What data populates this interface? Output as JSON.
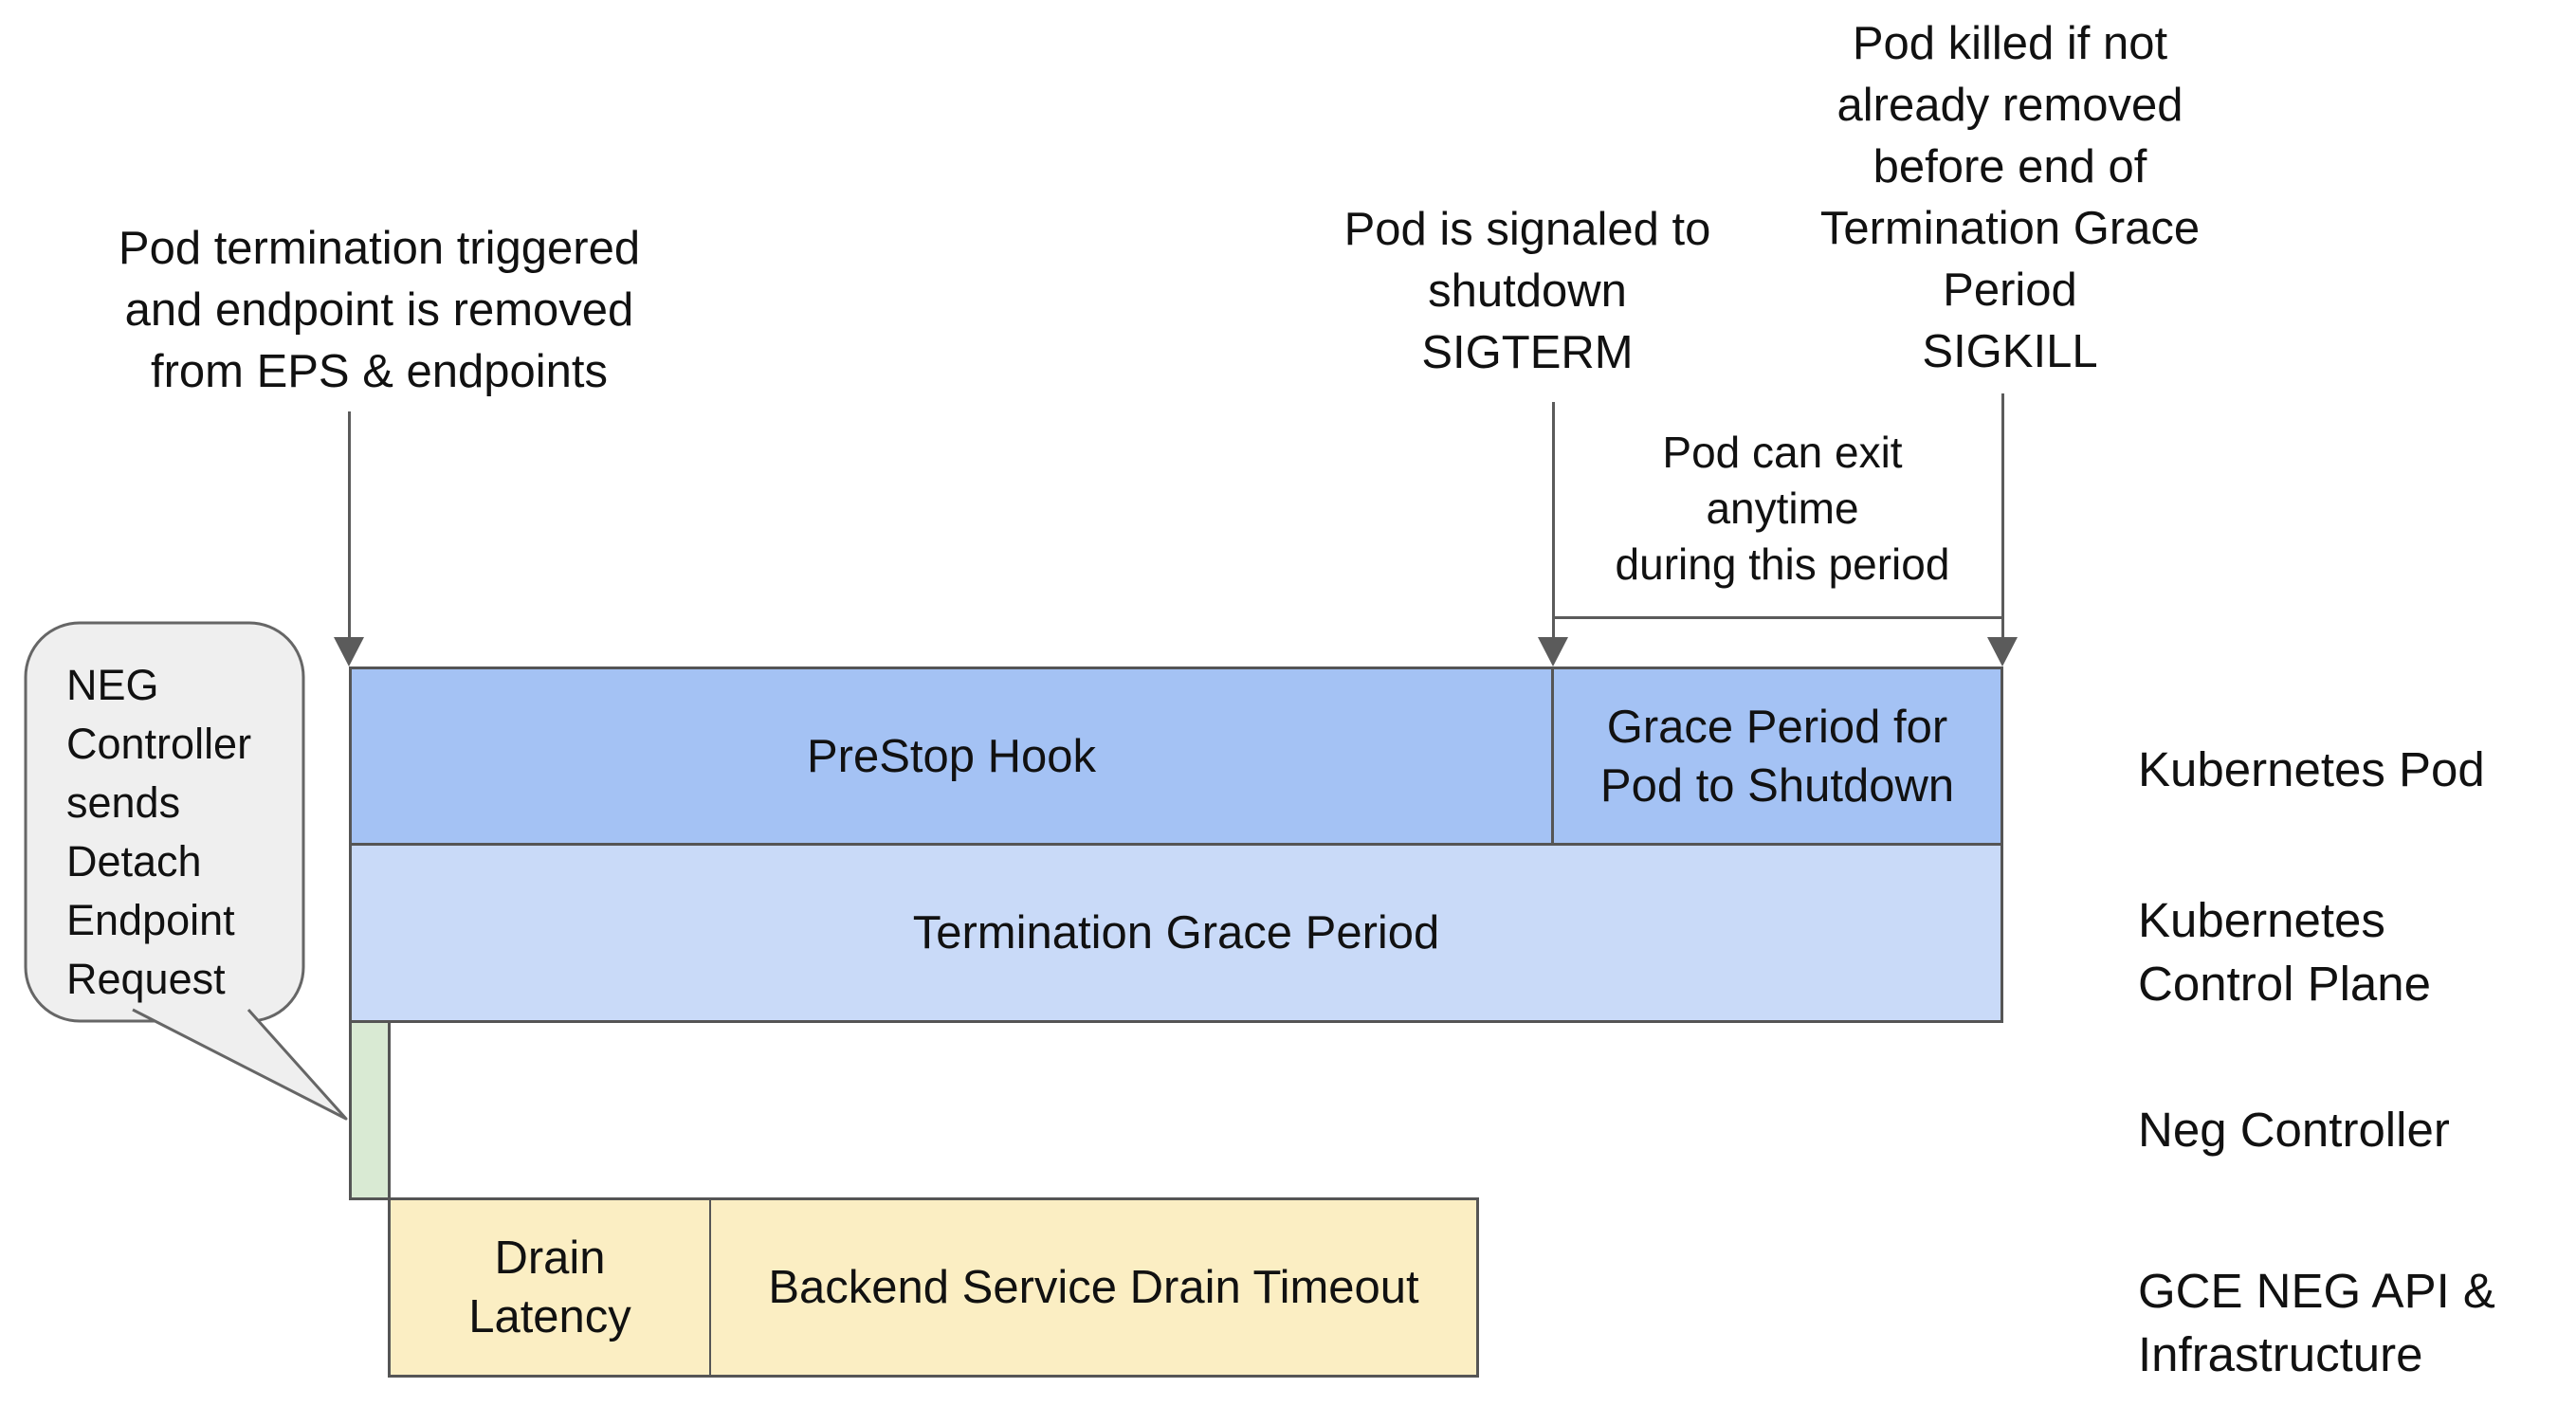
{
  "annotations": {
    "pod_termination": "Pod termination triggered\nand endpoint is removed\nfrom EPS & endpoints",
    "pod_signaled": "Pod is signaled to\nshutdown\nSIGTERM",
    "pod_killed": "Pod killed if not\nalready removed\nbefore end of\nTermination Grace\nPeriod\nSIGKILL",
    "pod_can_exit": "Pod can exit anytime\nduring this period"
  },
  "callout": {
    "text": "NEG\nController\nsends\nDetach\nEndpoint\nRequest",
    "fill": "#efefef",
    "border": "#666666"
  },
  "timeline": {
    "kubernetes_pod_row": {
      "prestop_hook": "PreStop Hook",
      "grace_period": "Grace Period for\nPod to Shutdown",
      "fill": "#a4c2f4"
    },
    "control_plane_row": {
      "termination_grace_period": "Termination Grace Period",
      "fill": "#c9daf8"
    },
    "neg_controller_row": {
      "fill": "#d9ead3"
    },
    "gce_row": {
      "drain_latency": "Drain\nLatency",
      "backend_drain_timeout": "Backend Service Drain Timeout",
      "fill": "#fbeec3"
    }
  },
  "lane_labels": [
    {
      "label": "Kubernetes Pod"
    },
    {
      "label": "Kubernetes\nControl Plane"
    },
    {
      "label": "Neg Controller"
    },
    {
      "label": "GCE NEG API &\nInfrastructure"
    }
  ],
  "colors": {
    "stroke": "#5b5b5b",
    "bar_border": "#555555",
    "text": "#111111"
  }
}
